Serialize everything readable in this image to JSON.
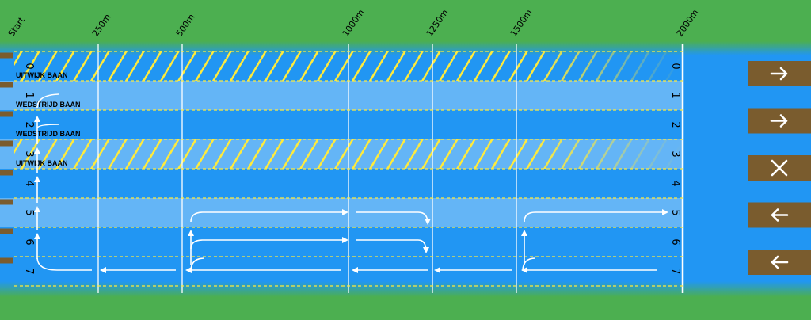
{
  "distance_markers": [
    "Start",
    "250m",
    "500m",
    "1000m",
    "1250m",
    "1500m",
    "2000m"
  ],
  "lanes": [
    {
      "number": "0",
      "label": "UITWIJK BAAN",
      "hatched": true
    },
    {
      "number": "1",
      "label": "WEDSTRIJD BAAN",
      "hatched": false
    },
    {
      "number": "2",
      "label": "WEDSTRIJD BAAN",
      "hatched": false
    },
    {
      "number": "3",
      "label": "UITWIJK BAAN",
      "hatched": true
    },
    {
      "number": "4",
      "label": "",
      "hatched": false
    },
    {
      "number": "5",
      "label": "",
      "hatched": false
    },
    {
      "number": "6",
      "label": "",
      "hatched": false
    },
    {
      "number": "7",
      "label": "",
      "hatched": false
    }
  ],
  "signals": [
    {
      "icon": "arrow-right-icon"
    },
    {
      "icon": "arrow-right-icon"
    },
    {
      "icon": "cross-icon"
    },
    {
      "icon": "arrow-left-icon"
    },
    {
      "icon": "arrow-left-icon"
    }
  ],
  "colors": {
    "grass": "#4caf50",
    "water_dark": "#2196f3",
    "water_light": "#64b5f6",
    "hatch": "#ffeb3b",
    "buoy_line": "#ffeb3b",
    "marker_line": "#ffffff",
    "signal_board": "#7a5c2e",
    "pontoon": "#7a5c2e"
  }
}
